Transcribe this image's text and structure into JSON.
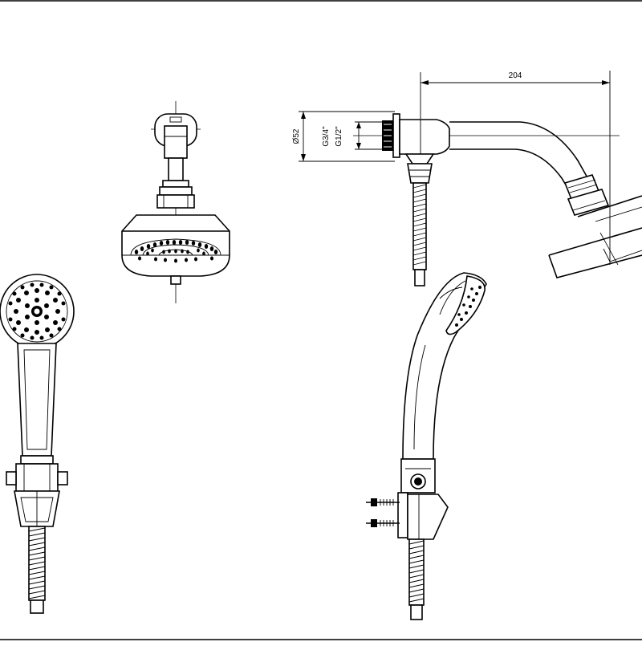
{
  "drawing": {
    "dimensions": {
      "arm_projection": "204",
      "flange_diameter": "Ø52",
      "thread_outer": "G3/4\"",
      "thread_inner": "G1/2\""
    },
    "views": {
      "head_front": "shower-head-front-view",
      "head_side": "shower-arm-side-view",
      "hand_front": "hand-shower-front-view",
      "hand_side": "hand-shower-side-view"
    },
    "colors": {
      "line": "#000000",
      "background": "#ffffff"
    }
  }
}
